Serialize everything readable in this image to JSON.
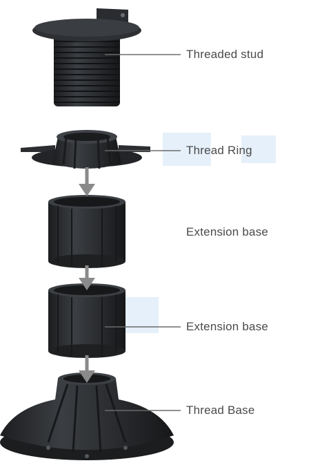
{
  "labels": {
    "threaded_stud": "Threaded stud",
    "thread_ring": "Thread Ring",
    "extension_base_1": "Extension base",
    "extension_base_2": "Extension base",
    "thread_base": "Thread Base"
  },
  "colors": {
    "part": "#2b2d30",
    "part_dark": "#1a1b1d",
    "part_light": "#3d4044",
    "leader_line": "#6b6b6b",
    "arrow": "#8a8a8a",
    "watermark": "#cfe3f5"
  }
}
